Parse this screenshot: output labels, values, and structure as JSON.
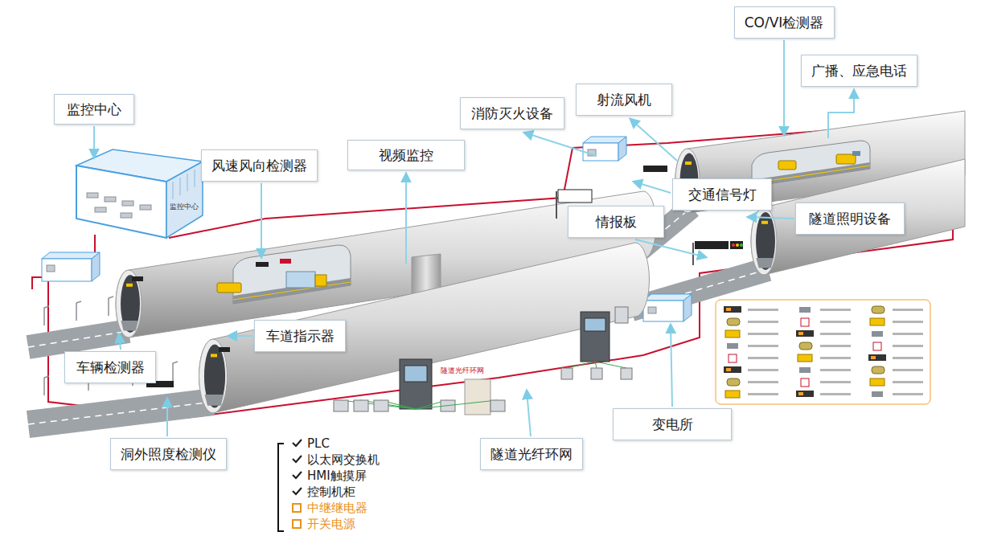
{
  "diagram": {
    "nodes": [
      {
        "text": [
          "CO/VI检测器"
        ]
      },
      {
        "text": [
          "广播、应急电话"
        ]
      },
      {
        "text": [
          "射流风机"
        ]
      },
      {
        "text": [
          "监控中心"
        ]
      },
      {
        "text": [
          "消防灭火设备"
        ]
      },
      {
        "text": [
          "视频监控"
        ]
      },
      {
        "text": [
          "风速风向检测器"
        ]
      },
      {
        "text": [
          "交通信号灯"
        ]
      },
      {
        "text": [
          "隧道照明设备"
        ]
      },
      {
        "text": [
          "情报板"
        ]
      },
      {
        "text": [
          "车道指示器"
        ]
      },
      {
        "text": [
          "车辆检测器"
        ]
      },
      {
        "text": [
          "变电所"
        ]
      },
      {
        "text": [
          "洞外照度检测仪"
        ]
      },
      {
        "text": [
          "隧道光纤环网"
        ]
      }
    ],
    "labels": [
      "监控中心",
      "隧道光纤环网",
      "PLC",
      "以太网交换机",
      "HMI触摸屏",
      "控制机柜",
      "中继继电器",
      "开关电源"
    ]
  }
}
